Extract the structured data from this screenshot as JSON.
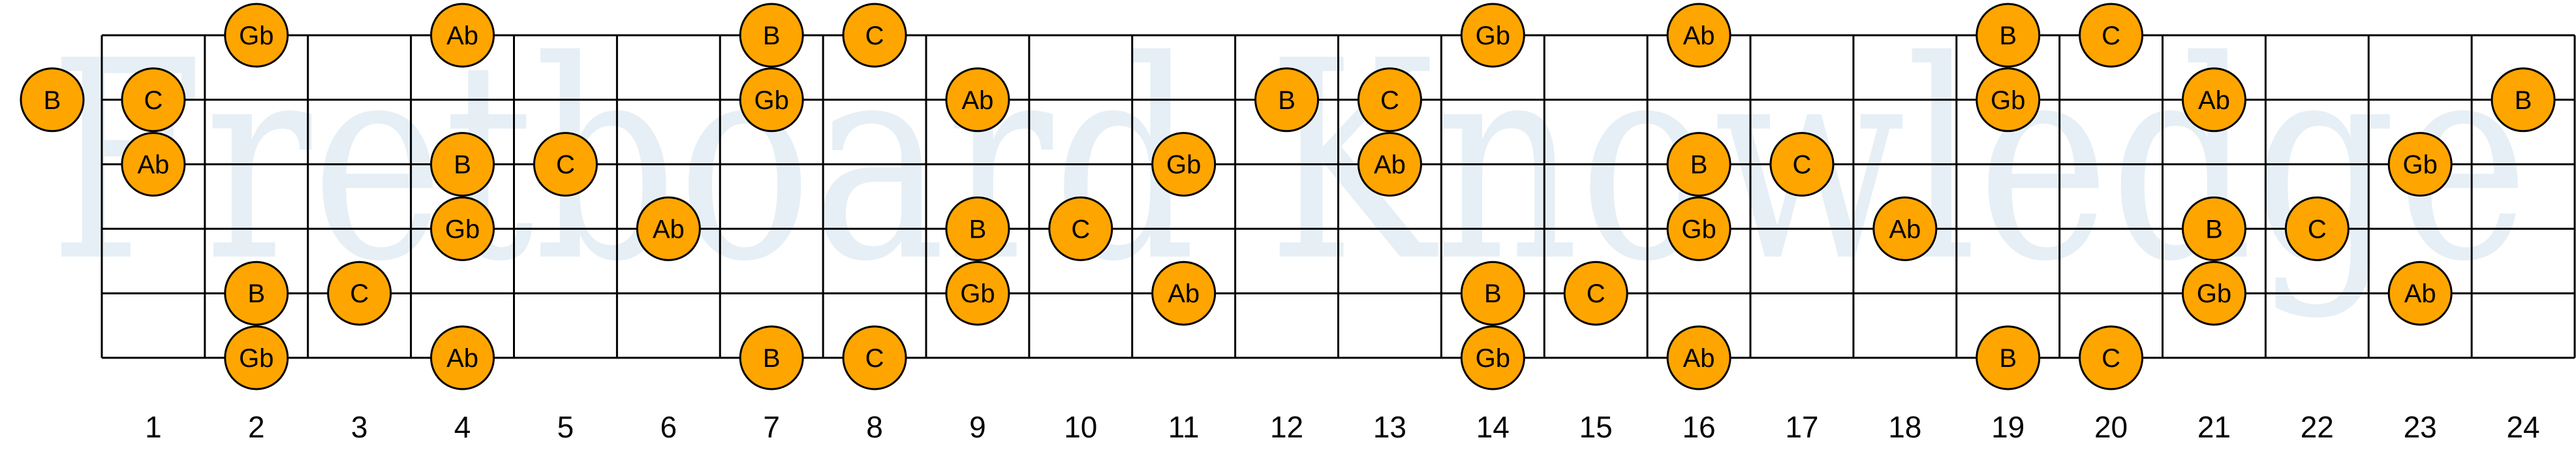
{
  "watermark": "Fretboard Knowledge",
  "colors": {
    "note_fill": "#FFA500",
    "note_stroke": "#000000",
    "grid": "#000000",
    "watermark": "#e6eff5"
  },
  "fret_count": 24,
  "fret_numbers": [
    "1",
    "2",
    "3",
    "4",
    "5",
    "6",
    "7",
    "8",
    "9",
    "10",
    "11",
    "12",
    "13",
    "14",
    "15",
    "16",
    "17",
    "18",
    "19",
    "20",
    "21",
    "22",
    "23",
    "24"
  ],
  "strings": [
    {
      "notes": [
        {
          "fret": 2,
          "note": "Gb"
        },
        {
          "fret": 4,
          "note": "Ab"
        },
        {
          "fret": 7,
          "note": "B"
        },
        {
          "fret": 8,
          "note": "C"
        },
        {
          "fret": 14,
          "note": "Gb"
        },
        {
          "fret": 16,
          "note": "Ab"
        },
        {
          "fret": 19,
          "note": "B"
        },
        {
          "fret": 20,
          "note": "C"
        }
      ]
    },
    {
      "notes": [
        {
          "fret": 0,
          "note": "B"
        },
        {
          "fret": 1,
          "note": "C"
        },
        {
          "fret": 7,
          "note": "Gb"
        },
        {
          "fret": 9,
          "note": "Ab"
        },
        {
          "fret": 12,
          "note": "B"
        },
        {
          "fret": 13,
          "note": "C"
        },
        {
          "fret": 19,
          "note": "Gb"
        },
        {
          "fret": 21,
          "note": "Ab"
        },
        {
          "fret": 24,
          "note": "B"
        }
      ]
    },
    {
      "notes": [
        {
          "fret": 1,
          "note": "Ab"
        },
        {
          "fret": 4,
          "note": "B"
        },
        {
          "fret": 5,
          "note": "C"
        },
        {
          "fret": 11,
          "note": "Gb"
        },
        {
          "fret": 13,
          "note": "Ab"
        },
        {
          "fret": 16,
          "note": "B"
        },
        {
          "fret": 17,
          "note": "C"
        },
        {
          "fret": 23,
          "note": "Gb"
        }
      ]
    },
    {
      "notes": [
        {
          "fret": 4,
          "note": "Gb"
        },
        {
          "fret": 6,
          "note": "Ab"
        },
        {
          "fret": 9,
          "note": "B"
        },
        {
          "fret": 10,
          "note": "C"
        },
        {
          "fret": 16,
          "note": "Gb"
        },
        {
          "fret": 18,
          "note": "Ab"
        },
        {
          "fret": 21,
          "note": "B"
        },
        {
          "fret": 22,
          "note": "C"
        }
      ]
    },
    {
      "notes": [
        {
          "fret": 2,
          "note": "B"
        },
        {
          "fret": 3,
          "note": "C"
        },
        {
          "fret": 9,
          "note": "Gb"
        },
        {
          "fret": 11,
          "note": "Ab"
        },
        {
          "fret": 14,
          "note": "B"
        },
        {
          "fret": 15,
          "note": "C"
        },
        {
          "fret": 21,
          "note": "Gb"
        },
        {
          "fret": 23,
          "note": "Ab"
        }
      ]
    },
    {
      "notes": [
        {
          "fret": 2,
          "note": "Gb"
        },
        {
          "fret": 4,
          "note": "Ab"
        },
        {
          "fret": 7,
          "note": "B"
        },
        {
          "fret": 8,
          "note": "C"
        },
        {
          "fret": 14,
          "note": "Gb"
        },
        {
          "fret": 16,
          "note": "Ab"
        },
        {
          "fret": 19,
          "note": "B"
        },
        {
          "fret": 20,
          "note": "C"
        }
      ]
    }
  ]
}
